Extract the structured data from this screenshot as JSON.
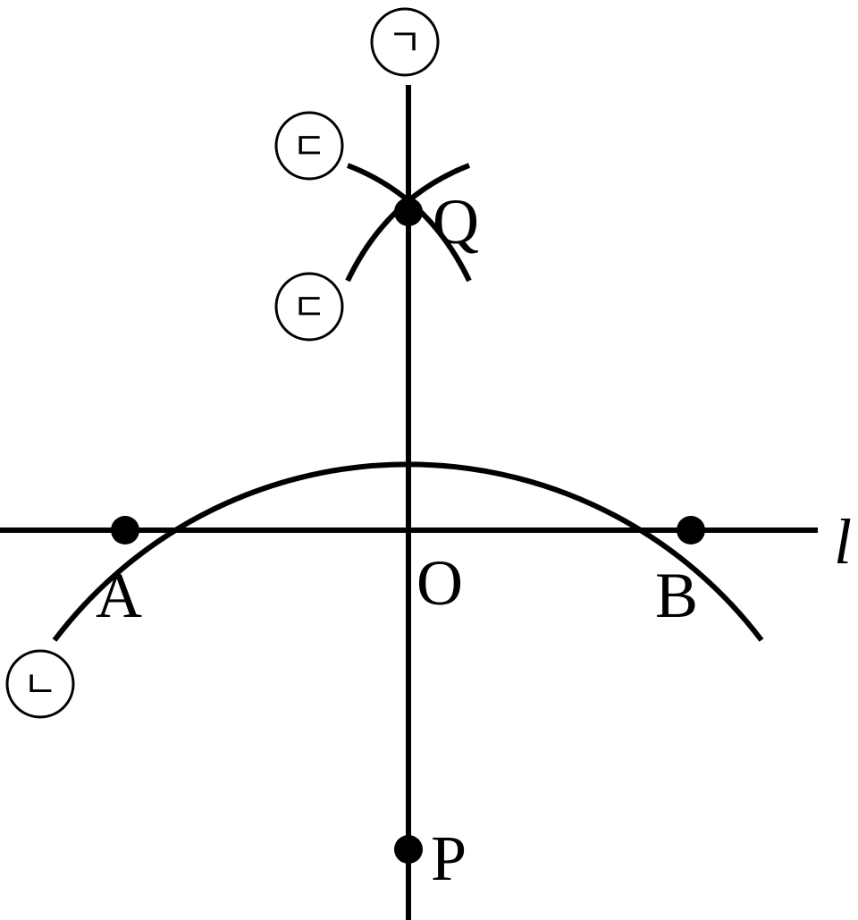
{
  "diagram": {
    "line_label": "l",
    "points": {
      "A": "A",
      "B": "B",
      "O": "O",
      "P": "P",
      "Q": "Q"
    },
    "step_markers": {
      "step1": "ㄱ",
      "step2": "ㄴ",
      "step3_upper": "ㄷ",
      "step3_lower": "ㄷ"
    },
    "colors": {
      "ink": "#000000",
      "background": "#ffffff"
    }
  }
}
